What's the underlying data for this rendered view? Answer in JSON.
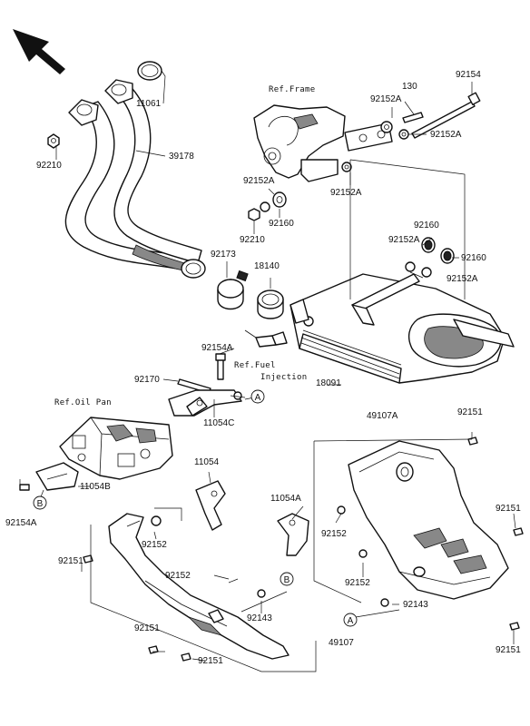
{
  "diagram": {
    "part_numbers": {
      "p11061": "11061",
      "p39178": "39178",
      "p92210_a": "92210",
      "p92210_b": "92210",
      "p92154_top": "92154",
      "p130": "130",
      "p92152A_1": "92152A",
      "p92152A_2": "92152A",
      "p92152A_3": "92152A",
      "p92152A_4": "92152A",
      "p92152A_5": "92152A",
      "p92152A_6": "92152A",
      "p92160_a": "92160",
      "p92160_b": "92160",
      "p92160_c": "92160",
      "p92173": "92173",
      "p18140": "18140",
      "p92154A_top": "92154A",
      "p92170": "92170",
      "p18091": "18091",
      "p11054C": "11054C",
      "p11054B": "11054B",
      "p92154A_bottom": "92154A",
      "p49107A": "49107A",
      "p92151_1": "92151",
      "p92151_2": "92151",
      "p92151_3": "92151",
      "p92151_4": "92151",
      "p92151_5": "92151",
      "p92151_6": "92151",
      "p11054_top": "11054",
      "p11054A": "11054A",
      "p92152_1": "92152",
      "p92152_2": "92152",
      "p92152_3": "92152",
      "p92152_4": "92152",
      "p92143_a": "92143",
      "p92143_b": "92143",
      "p49107": "49107"
    },
    "refs": {
      "frame": "Ref.Frame",
      "fuel_1": "Ref.Fuel",
      "fuel_2": "Injection",
      "oil_pan": "Ref.Oil Pan"
    },
    "callouts": {
      "a": "A",
      "b": "B"
    }
  }
}
